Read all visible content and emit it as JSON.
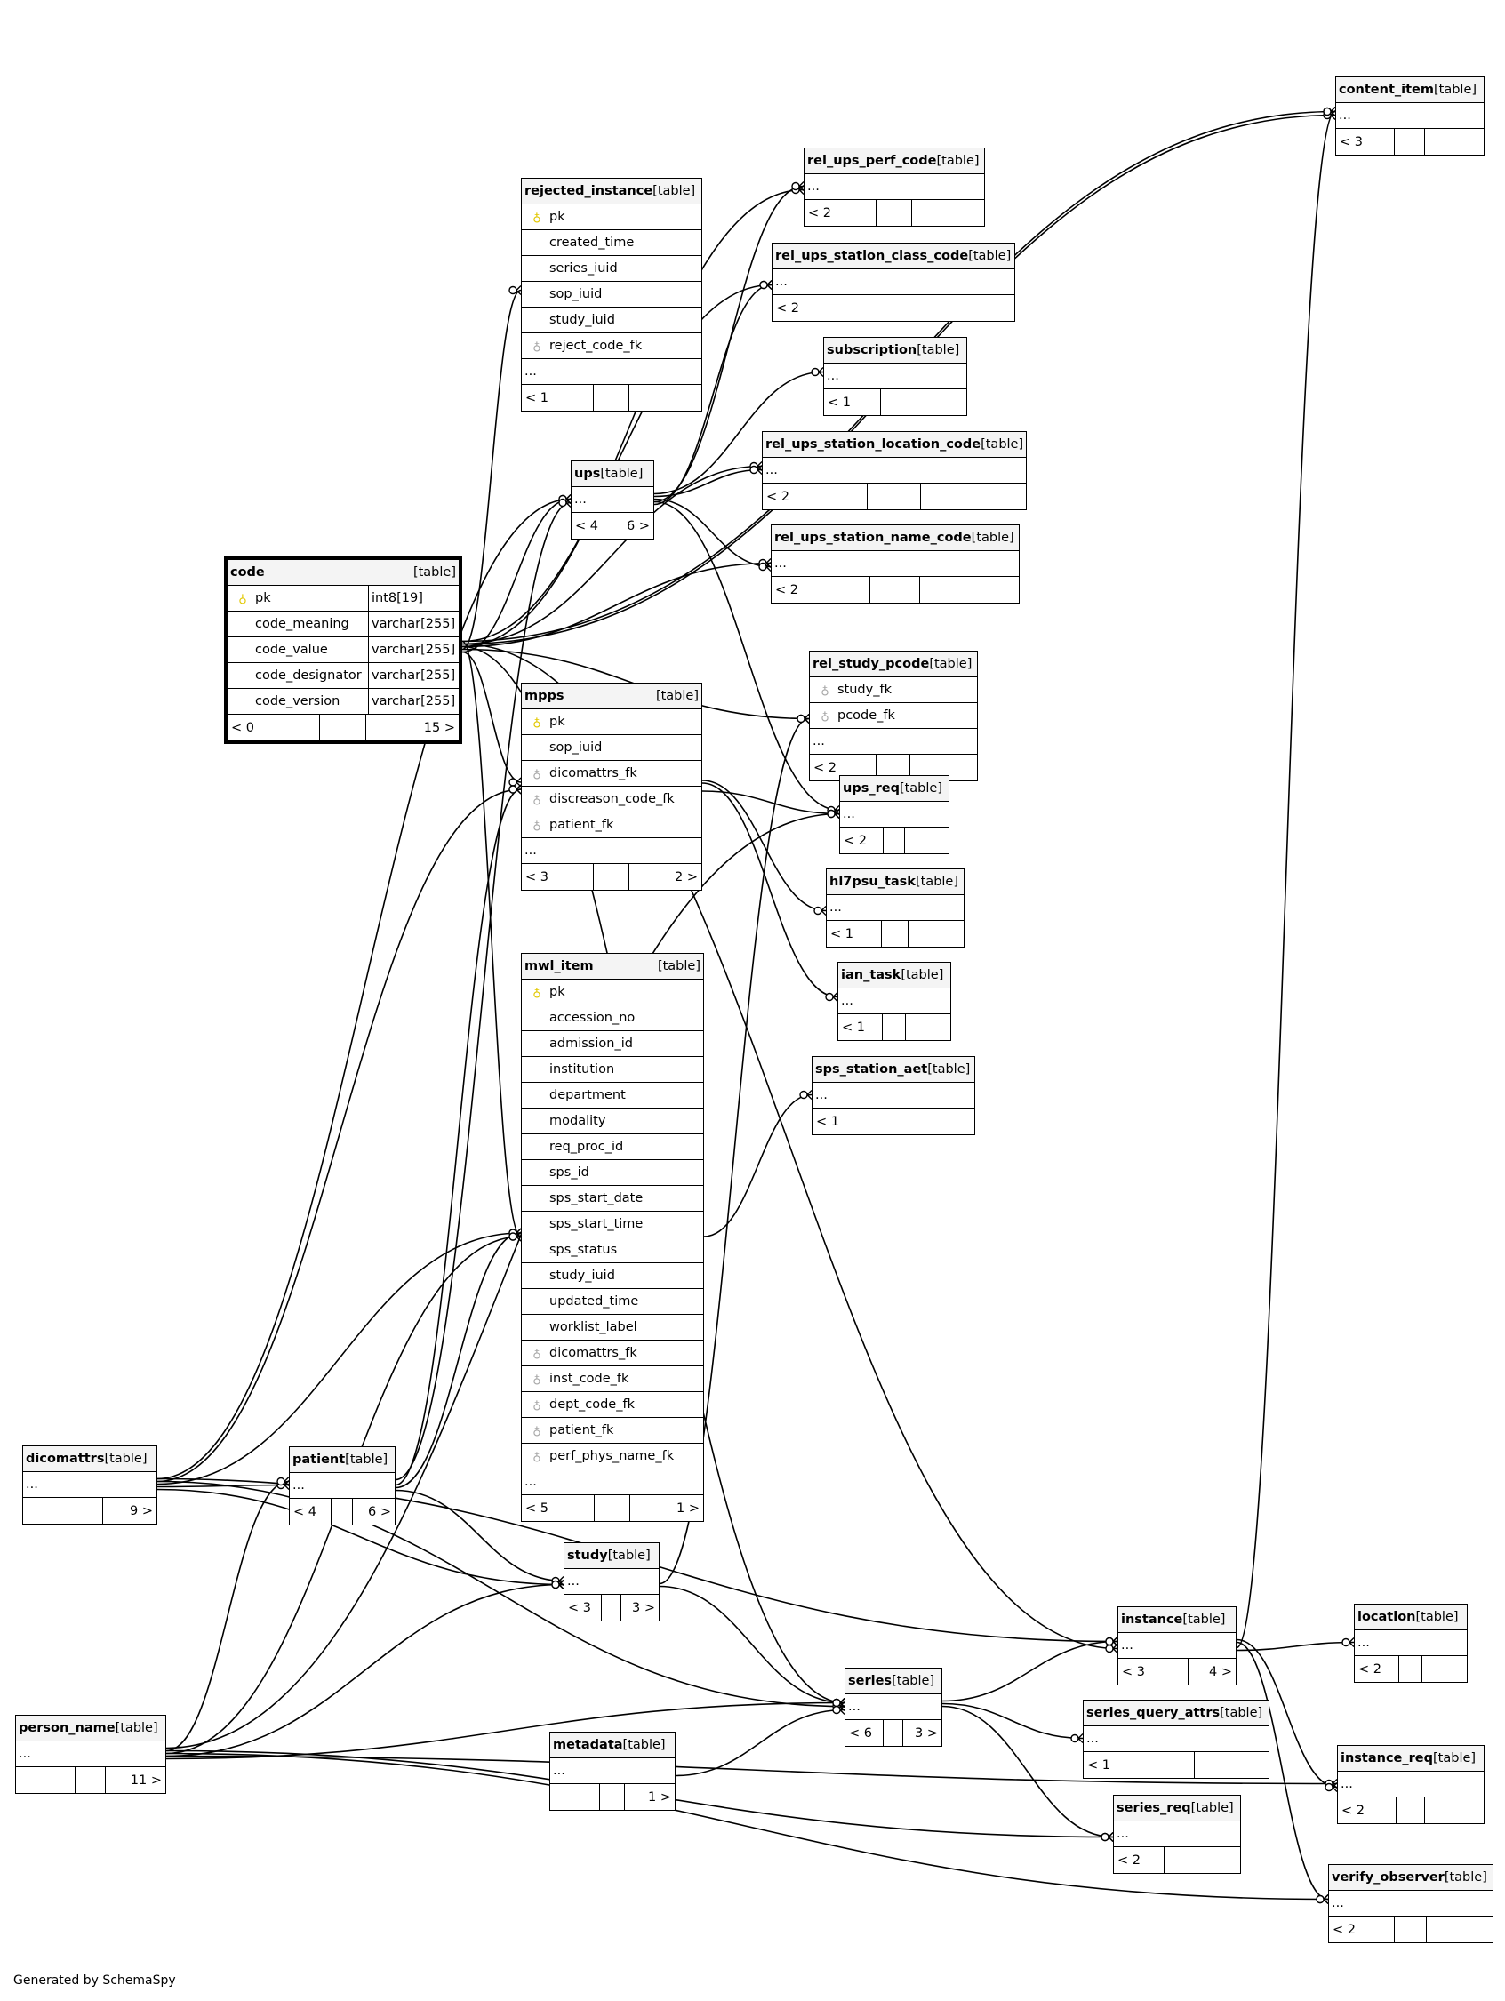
{
  "footer": "Generated by SchemaSpy",
  "table_tag": "[table]",
  "dots": "...",
  "tables": {
    "content_item": {
      "name": "content_item",
      "columns": [],
      "foot": [
        "< 3",
        "",
        ""
      ]
    },
    "rel_ups_perf_code": {
      "name": "rel_ups_perf_code",
      "columns": [],
      "foot": [
        "< 2",
        "",
        ""
      ]
    },
    "rejected_instance": {
      "name": "rejected_instance",
      "columns": [
        {
          "key": "pk",
          "name": "pk"
        },
        {
          "key": "",
          "name": "created_time"
        },
        {
          "key": "",
          "name": "series_iuid"
        },
        {
          "key": "",
          "name": "sop_iuid"
        },
        {
          "key": "",
          "name": "study_iuid"
        },
        {
          "key": "fk",
          "name": "reject_code_fk"
        }
      ],
      "foot": [
        "< 1",
        "",
        ""
      ]
    },
    "rel_ups_station_class_code": {
      "name": "rel_ups_station_class_code",
      "columns": [],
      "foot": [
        "< 2",
        "",
        ""
      ]
    },
    "subscription": {
      "name": "subscription",
      "columns": [],
      "foot": [
        "< 1",
        "",
        ""
      ]
    },
    "rel_ups_station_location_code": {
      "name": "rel_ups_station_location_code",
      "columns": [],
      "foot": [
        "< 2",
        "",
        ""
      ]
    },
    "ups": {
      "name": "ups",
      "columns": [],
      "foot": [
        "< 4",
        "",
        "6 >"
      ]
    },
    "rel_ups_station_name_code": {
      "name": "rel_ups_station_name_code",
      "columns": [],
      "foot": [
        "< 2",
        "",
        ""
      ]
    },
    "code": {
      "name": "code",
      "columns": [
        {
          "key": "pk",
          "name": "pk",
          "type": "int8[19]"
        },
        {
          "key": "",
          "name": "code_meaning",
          "type": "varchar[255]"
        },
        {
          "key": "",
          "name": "code_value",
          "type": "varchar[255]"
        },
        {
          "key": "",
          "name": "code_designator",
          "type": "varchar[255]"
        },
        {
          "key": "",
          "name": "code_version",
          "type": "varchar[255]"
        }
      ],
      "foot": [
        "< 0",
        "",
        "15 >"
      ]
    },
    "rel_study_pcode": {
      "name": "rel_study_pcode",
      "columns": [
        {
          "key": "fk",
          "name": "study_fk"
        },
        {
          "key": "fk",
          "name": "pcode_fk"
        }
      ],
      "foot": [
        "< 2",
        "",
        ""
      ]
    },
    "mpps": {
      "name": "mpps",
      "columns": [
        {
          "key": "pk",
          "name": "pk"
        },
        {
          "key": "",
          "name": "sop_iuid"
        },
        {
          "key": "fk",
          "name": "dicomattrs_fk"
        },
        {
          "key": "fk",
          "name": "discreason_code_fk"
        },
        {
          "key": "fk",
          "name": "patient_fk"
        }
      ],
      "foot": [
        "< 3",
        "",
        "2 >"
      ]
    },
    "ups_req": {
      "name": "ups_req",
      "columns": [],
      "foot": [
        "< 2",
        "",
        ""
      ]
    },
    "hl7psu_task": {
      "name": "hl7psu_task",
      "columns": [],
      "foot": [
        "< 1",
        "",
        ""
      ]
    },
    "ian_task": {
      "name": "ian_task",
      "columns": [],
      "foot": [
        "< 1",
        "",
        ""
      ]
    },
    "mwl_item": {
      "name": "mwl_item",
      "columns": [
        {
          "key": "pk",
          "name": "pk"
        },
        {
          "key": "",
          "name": "accession_no"
        },
        {
          "key": "",
          "name": "admission_id"
        },
        {
          "key": "",
          "name": "institution"
        },
        {
          "key": "",
          "name": "department"
        },
        {
          "key": "",
          "name": "modality"
        },
        {
          "key": "",
          "name": "req_proc_id"
        },
        {
          "key": "",
          "name": "sps_id"
        },
        {
          "key": "",
          "name": "sps_start_date"
        },
        {
          "key": "",
          "name": "sps_start_time"
        },
        {
          "key": "",
          "name": "sps_status"
        },
        {
          "key": "",
          "name": "study_iuid"
        },
        {
          "key": "",
          "name": "updated_time"
        },
        {
          "key": "",
          "name": "worklist_label"
        },
        {
          "key": "fk",
          "name": "dicomattrs_fk"
        },
        {
          "key": "fk",
          "name": "inst_code_fk"
        },
        {
          "key": "fk",
          "name": "dept_code_fk"
        },
        {
          "key": "fk",
          "name": "patient_fk"
        },
        {
          "key": "fk",
          "name": "perf_phys_name_fk"
        }
      ],
      "foot": [
        "< 5",
        "",
        "1 >"
      ]
    },
    "sps_station_aet": {
      "name": "sps_station_aet",
      "columns": [],
      "foot": [
        "< 1",
        "",
        ""
      ]
    },
    "dicomattrs": {
      "name": "dicomattrs",
      "columns": [],
      "foot": [
        "",
        "",
        "9 >"
      ]
    },
    "patient": {
      "name": "patient",
      "columns": [],
      "foot": [
        "< 4",
        "",
        "6 >"
      ]
    },
    "study": {
      "name": "study",
      "columns": [],
      "foot": [
        "< 3",
        "",
        "3 >"
      ]
    },
    "instance": {
      "name": "instance",
      "columns": [],
      "foot": [
        "< 3",
        "",
        "4 >"
      ]
    },
    "location": {
      "name": "location",
      "columns": [],
      "foot": [
        "< 2",
        "",
        ""
      ]
    },
    "series": {
      "name": "series",
      "columns": [],
      "foot": [
        "< 6",
        "",
        "3 >"
      ]
    },
    "series_query_attrs": {
      "name": "series_query_attrs",
      "columns": [],
      "foot": [
        "< 1",
        "",
        ""
      ]
    },
    "person_name": {
      "name": "person_name",
      "columns": [],
      "foot": [
        "",
        "",
        "11 >"
      ]
    },
    "metadata": {
      "name": "metadata",
      "columns": [],
      "foot": [
        "",
        "",
        "1 >"
      ]
    },
    "instance_req": {
      "name": "instance_req",
      "columns": [],
      "foot": [
        "< 2",
        "",
        ""
      ]
    },
    "series_req": {
      "name": "series_req",
      "columns": [],
      "foot": [
        "< 2",
        "",
        ""
      ]
    },
    "verify_observer": {
      "name": "verify_observer",
      "columns": [],
      "foot": [
        "< 2",
        "",
        ""
      ]
    }
  },
  "relationships": [
    {
      "from": "code",
      "to": "content_item"
    },
    {
      "from": "code",
      "to": "content_item"
    },
    {
      "from": "code",
      "to": "rel_ups_perf_code"
    },
    {
      "from": "code",
      "to": "rejected_instance"
    },
    {
      "from": "code",
      "to": "ups"
    },
    {
      "from": "code",
      "to": "rel_ups_station_class_code"
    },
    {
      "from": "code",
      "to": "rel_ups_station_location_code"
    },
    {
      "from": "code",
      "to": "rel_ups_station_name_code"
    },
    {
      "from": "code",
      "to": "rel_study_pcode"
    },
    {
      "from": "code",
      "to": "mpps"
    },
    {
      "from": "code",
      "to": "mwl_item"
    },
    {
      "from": "code",
      "to": "instance"
    },
    {
      "from": "code",
      "to": "series"
    },
    {
      "from": "ups",
      "to": "rel_ups_perf_code"
    },
    {
      "from": "ups",
      "to": "rel_ups_station_class_code"
    },
    {
      "from": "ups",
      "to": "subscription"
    },
    {
      "from": "ups",
      "to": "rel_ups_station_location_code"
    },
    {
      "from": "ups",
      "to": "rel_ups_station_name_code"
    },
    {
      "from": "ups",
      "to": "ups_req"
    },
    {
      "from": "mpps",
      "to": "ups_req"
    },
    {
      "from": "mpps",
      "to": "hl7psu_task"
    },
    {
      "from": "mpps",
      "to": "ian_task"
    },
    {
      "from": "mwl_item",
      "to": "sps_station_aet"
    },
    {
      "from": "study",
      "to": "rel_study_pcode"
    },
    {
      "from": "study",
      "to": "series"
    },
    {
      "from": "dicomattrs",
      "to": "ups"
    },
    {
      "from": "dicomattrs",
      "to": "mpps"
    },
    {
      "from": "dicomattrs",
      "to": "mwl_item"
    },
    {
      "from": "dicomattrs",
      "to": "patient"
    },
    {
      "from": "dicomattrs",
      "to": "study"
    },
    {
      "from": "dicomattrs",
      "to": "instance"
    },
    {
      "from": "dicomattrs",
      "to": "series"
    },
    {
      "from": "patient",
      "to": "mpps"
    },
    {
      "from": "patient",
      "to": "mwl_item"
    },
    {
      "from": "patient",
      "to": "study"
    },
    {
      "from": "patient",
      "to": "ups"
    },
    {
      "from": "person_name",
      "to": "patient"
    },
    {
      "from": "person_name",
      "to": "mwl_item"
    },
    {
      "from": "person_name",
      "to": "study"
    },
    {
      "from": "person_name",
      "to": "series"
    },
    {
      "from": "person_name",
      "to": "ups_req"
    },
    {
      "from": "person_name",
      "to": "series_req"
    },
    {
      "from": "person_name",
      "to": "verify_observer"
    },
    {
      "from": "person_name",
      "to": "instance_req"
    },
    {
      "from": "metadata",
      "to": "series"
    },
    {
      "from": "series",
      "to": "instance"
    },
    {
      "from": "series",
      "to": "series_query_attrs"
    },
    {
      "from": "series",
      "to": "series_req"
    },
    {
      "from": "instance",
      "to": "content_item"
    },
    {
      "from": "instance",
      "to": "location"
    },
    {
      "from": "instance",
      "to": "instance_req"
    },
    {
      "from": "instance",
      "to": "verify_observer"
    }
  ]
}
